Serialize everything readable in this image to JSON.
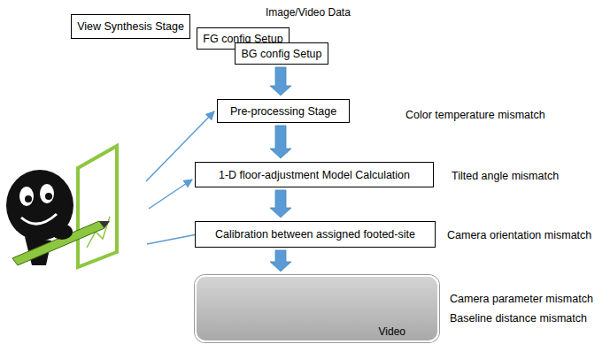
{
  "diagram": {
    "title": "Image/Video Data",
    "nodes": [
      {
        "text": [
          "FG config Setup"
        ]
      },
      {
        "text": [
          "BG config Setup"
        ]
      },
      {
        "text": [
          "Pre-processing Stage"
        ]
      },
      {
        "text": [
          "1-D floor-adjustment Model Calculation"
        ]
      },
      {
        "text": [
          "Calibration between assigned footed-site"
        ]
      },
      {
        "text": [
          "Video"
        ]
      },
      {
        "text": [
          "View Synthesis Stage"
        ],
        "in": 5
      }
    ],
    "edges": [
      {
        "from": 1,
        "to": 2,
        "arrow": "to"
      },
      {
        "from": 2,
        "to": 3,
        "arrow": "to"
      },
      {
        "from": 3,
        "to": 4,
        "arrow": "to"
      },
      {
        "from": 4,
        "to": 5,
        "arrow": "to"
      }
    ],
    "labels": [
      "Color temperature mismatch",
      "Tilted angle mismatch",
      "Camera orientation mismatch",
      "Camera parameter mismatch",
      "Baseline distance mismatch"
    ]
  }
}
